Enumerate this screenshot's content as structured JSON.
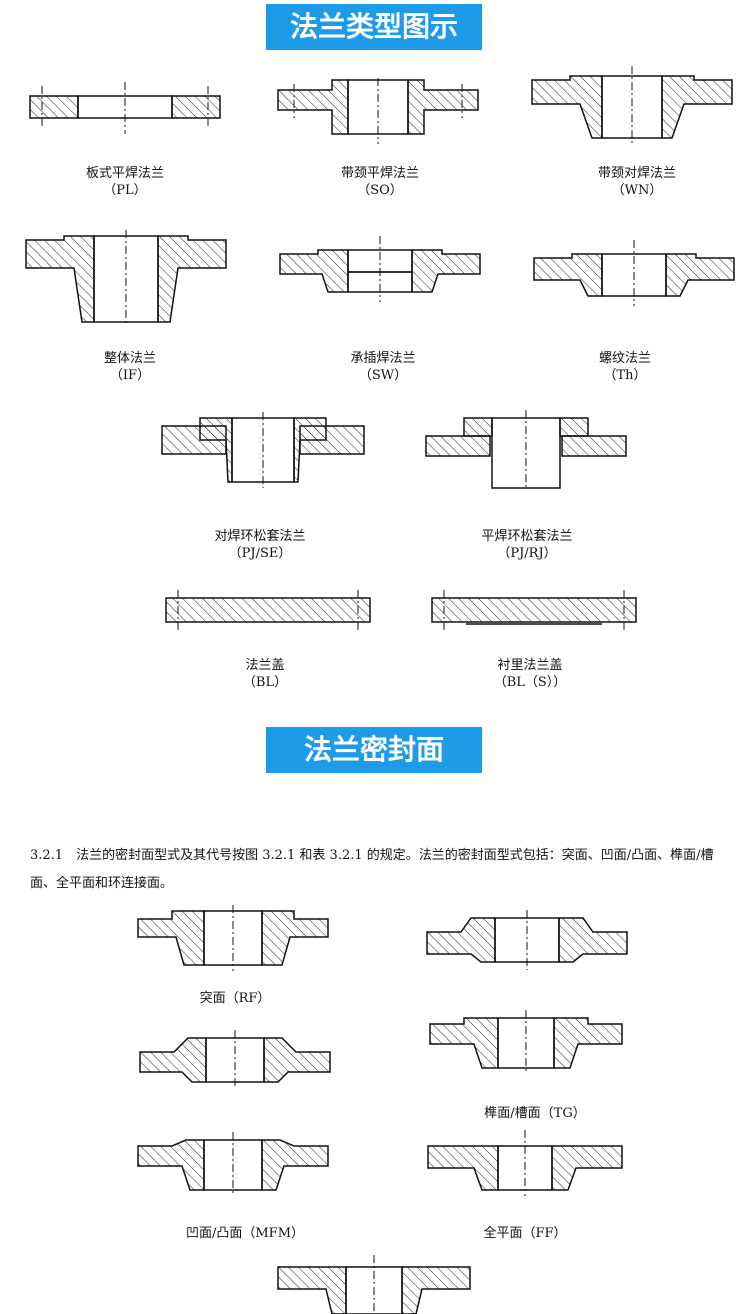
{
  "section1": {
    "title": "法兰类型图示"
  },
  "section2": {
    "title": "法兰密封面"
  },
  "types": [
    {
      "name": "板式平焊法兰",
      "code": "（PL）"
    },
    {
      "name": "带颈平焊法兰",
      "code": "（SO）"
    },
    {
      "name": "带颈对焊法兰",
      "code": "（WN）"
    },
    {
      "name": "整体法兰",
      "code": "（IF）"
    },
    {
      "name": "承插焊法兰",
      "code": "（SW）"
    },
    {
      "name": "螺纹法兰",
      "code": "（Th）"
    },
    {
      "name": "对焊环松套法兰",
      "code": "（PJ/SE）"
    },
    {
      "name": "平焊环松套法兰",
      "code": "（PJ/RJ）"
    },
    {
      "name": "法兰盖",
      "code": "（BL）"
    },
    {
      "name": "衬里法兰盖",
      "code": "（BL（S））"
    }
  ],
  "paragraph": "3.2.1　法兰的密封面型式及其代号按图 3.2.1 和表 3.2.1 的规定。法兰的密封面型式包括：突面、凹面/凸面、榫面/槽面、全平面和环连接面。",
  "faces": [
    {
      "name": "突面（RF）"
    },
    {
      "name": "榫面/槽面（TG）"
    },
    {
      "name": "凹面/凸面（MFM）"
    },
    {
      "name": "全平面（FF）"
    }
  ]
}
